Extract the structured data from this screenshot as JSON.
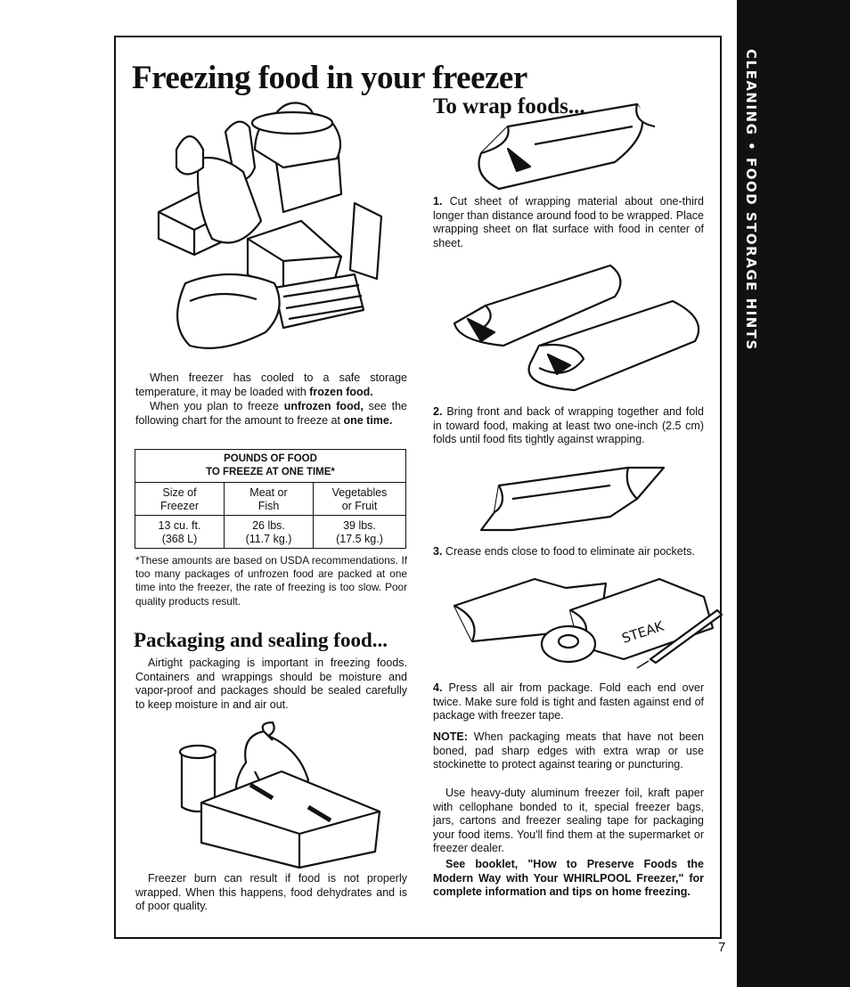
{
  "page": {
    "title": "Freezing food in your freezer",
    "side_tab": "CLEANING • FOOD STORAGE HINTS",
    "page_number": "7"
  },
  "intro": {
    "p1_a": "When freezer has cooled to a safe storage temperature, it may be loaded with ",
    "p1_bold": "frozen food.",
    "p2_a": "When you plan to freeze ",
    "p2_bold1": "unfrozen food,",
    "p2_b": " see the following chart for the amount to freeze at ",
    "p2_bold2": "one time."
  },
  "chart": {
    "heading_line1": "POUNDS OF FOOD",
    "heading_line2": "TO FREEZE AT ONE TIME*",
    "col1": [
      "Size of",
      "Freezer"
    ],
    "col2": [
      "Meat or",
      "Fish"
    ],
    "col3": [
      "Vegetables",
      "or Fruit"
    ],
    "row_size": [
      "13 cu. ft.",
      "(368 L)"
    ],
    "row_meat": [
      "26 lbs.",
      "(11.7 kg.)"
    ],
    "row_veg": [
      "39 lbs.",
      "(17.5 kg.)"
    ]
  },
  "footnote": "*These amounts are based on USDA recommendations. If too many packages of unfrozen food are packed at one time into the freezer, the rate of freezing is too slow. Poor quality products result.",
  "packaging": {
    "heading": "Packaging and sealing food...",
    "body": "Airtight packaging is important in freezing foods. Containers and wrappings should be moisture and vapor-proof and packages should be sealed carefully to keep moisture in and air out.",
    "burn": "Freezer burn can result if food is not properly wrapped. When this happens, food dehydrates and is of poor quality."
  },
  "wrap": {
    "heading": "To wrap foods...",
    "steps": [
      {
        "num": "1.",
        "text": "Cut sheet of wrapping material about one-third longer than distance around food to be wrapped. Place wrapping sheet on flat surface with food in center of sheet."
      },
      {
        "num": "2.",
        "text": "Bring front and back of wrapping together and fold in toward food, making at least two one-inch (2.5 cm) folds until food fits tightly against wrapping."
      },
      {
        "num": "3.",
        "text": "Crease ends close to food to eliminate air pockets."
      },
      {
        "num": "4.",
        "text": "Press all air from package. Fold each end over twice. Make sure fold is tight and fasten against end of package with freezer tape."
      }
    ],
    "package_label": "STEAK",
    "note_label": "NOTE:",
    "note_text": " When packaging meats that have not been boned, pad sharp edges with extra wrap or use stockinette to protect against tearing or puncturing.",
    "materials": "Use heavy-duty aluminum freezer foil, kraft paper with cellophane bonded to it, special freezer bags, jars, cartons and freezer sealing tape for packaging your food items. You'll find them at the supermarket or freezer dealer.",
    "booklet": "See booklet, \"How to Preserve Foods the Modern Way with Your WHIRLPOOL Freezer,\" for complete information and tips on home freezing."
  }
}
